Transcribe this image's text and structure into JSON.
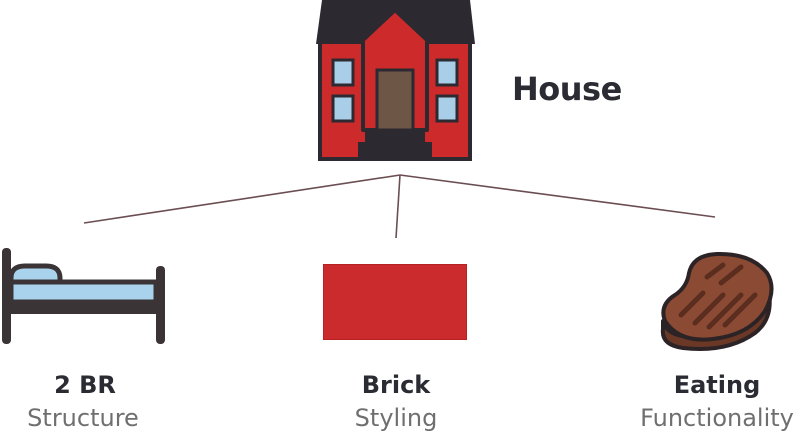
{
  "root": {
    "label": "House",
    "icon": "house-icon"
  },
  "children": [
    {
      "label": "2 BR",
      "sublabel": "Structure",
      "icon": "bed-icon"
    },
    {
      "label": "Brick",
      "sublabel": "Styling",
      "icon": "brick-icon"
    },
    {
      "label": "Eating",
      "sublabel": "Functionality",
      "icon": "steak-icon"
    }
  ],
  "colors": {
    "house_red": "#cd2a2b",
    "roof": "#2c2a30",
    "window": "#a9cfe8",
    "door": "#6e5647",
    "brick": "#cc2b2d",
    "bed_frame": "#3a3436",
    "mattress": "#a9d3ec",
    "steak": "#8b4a33",
    "connector": "#6b4e52"
  }
}
